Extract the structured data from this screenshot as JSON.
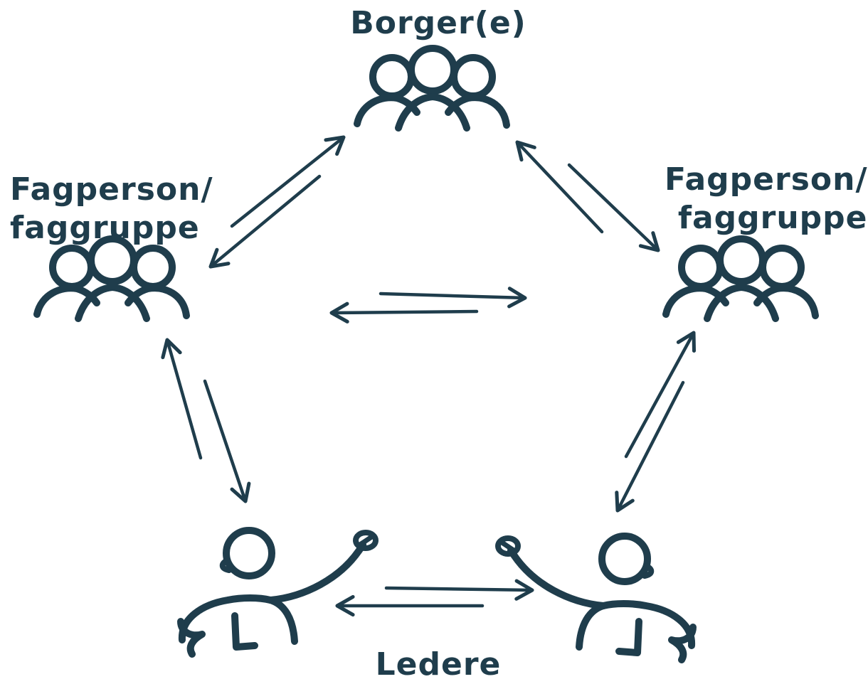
{
  "labels": {
    "top": "Borger(e)",
    "left_line1": "Fagperson/",
    "left_line2": "faggruppe",
    "right_line1": "Fagperson/",
    "right_line2": "faggruppe",
    "bottom": "Ledere"
  },
  "icons": {
    "top_group": "group-of-three-people-icon",
    "left_group": "group-of-three-people-icon",
    "right_group": "group-of-three-people-icon",
    "leader_left": "leader-person-icon",
    "leader_right": "leader-person-icon",
    "leader_badge_letter": "L"
  },
  "colors": {
    "ink": "#1f3d4c",
    "background": "#ffffff"
  }
}
